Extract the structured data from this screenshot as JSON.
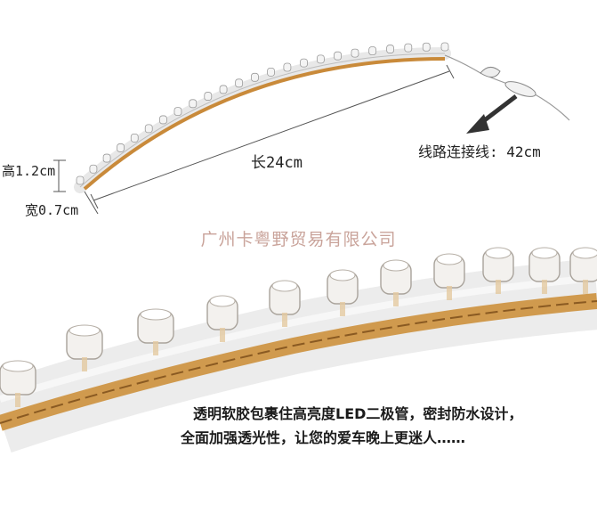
{
  "dimensions": {
    "height": "高1.2cm",
    "width": "宽0.7cm",
    "length": "长24cm",
    "cable": "线路连接线: 42cm"
  },
  "watermark": "广州卡粤野贸易有限公司",
  "description": {
    "line1": "透明软胶包裹住高亮度LED二极管，密封防水设计，",
    "line2": "全面加强透光性，让您的爱车晚上更迷人……"
  },
  "colors": {
    "strip_orange": "#c98a3a",
    "watermark": "#c9a39a",
    "background": "#ffffff"
  }
}
